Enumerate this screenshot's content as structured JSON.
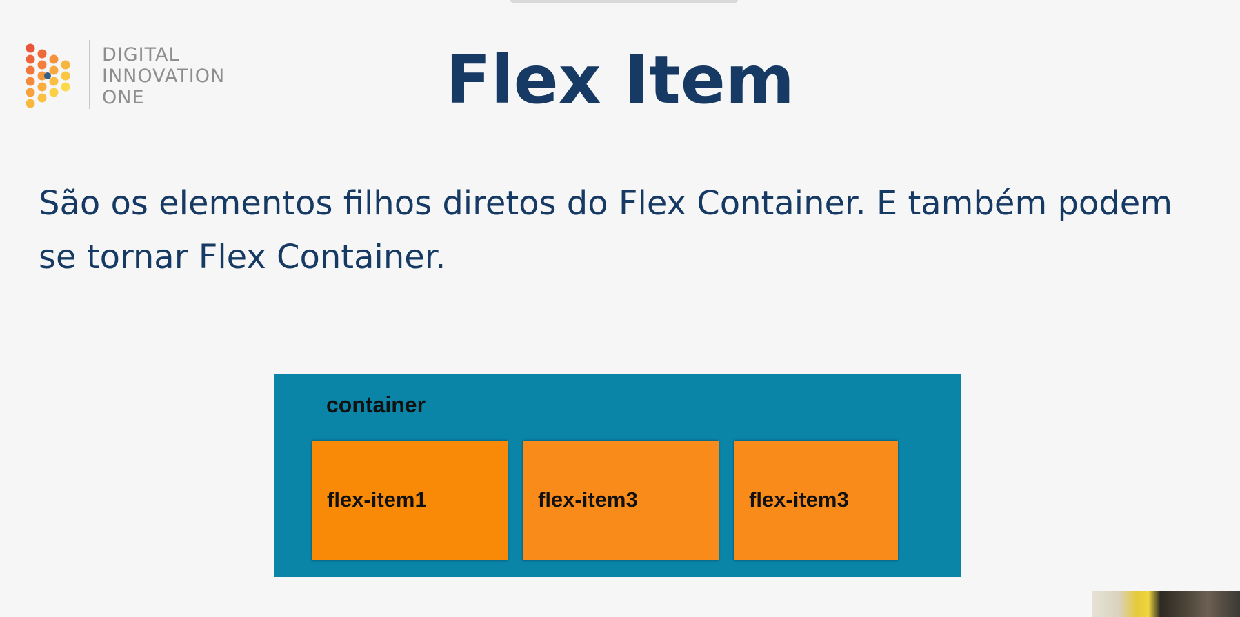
{
  "logo": {
    "line1": "DIGITAL",
    "line2": "INNOVATION",
    "line3": "ONE"
  },
  "slide": {
    "title": "Flex Item",
    "body": "São os elementos filhos diretos do Flex Container. E também podem se tornar Flex Container."
  },
  "diagram": {
    "container_label": "container",
    "items": [
      "flex-item1",
      "flex-item3",
      "flex-item3"
    ]
  },
  "colors": {
    "title": "#163a63",
    "container": "#0a85a8",
    "item": "#f98b1a"
  }
}
